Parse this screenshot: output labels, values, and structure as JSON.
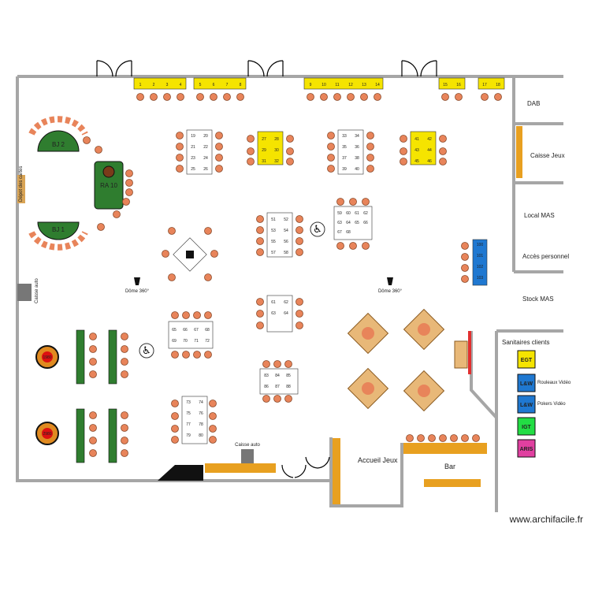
{
  "rooms": {
    "dab": "DAB",
    "caisse_jeux": "Caisse Jeux",
    "local_mas": "Local MAS",
    "acces_personnel": "Accès personnel",
    "stock_mas": "Stock MAS",
    "sanitaires": "Sanitaires clients",
    "accueil_jeux": "Accueil Jeux",
    "bar": "Bar",
    "caisse_auto_left": "Caisse auto",
    "caisse_auto_bottom": "Caisse auto",
    "depot_cartes": "Dépot des cartes"
  },
  "tables": {
    "bj2": "BJ 2",
    "bj1": "BJ 1",
    "ra10": "RA 10",
    "dome_left": "Dôme 360°",
    "dome_right": "Dôme 360°"
  },
  "legend": {
    "egt": "EGT",
    "lw1": "L&W",
    "lw1_label": "Rouleaux Vidéo",
    "lw2": "L&W",
    "lw2_label": "Pokers Vidéo",
    "igt": "IGT",
    "aris": "ARIS"
  },
  "roulettes": {
    "r1": "1980",
    "r2": "2980"
  },
  "machines": {
    "top_a": [
      "1",
      "2",
      "3",
      "4"
    ],
    "top_b": [
      "5",
      "6",
      "7",
      "8"
    ],
    "top_c": [
      "9",
      "10",
      "11",
      "12",
      "13",
      "14"
    ],
    "top_d": [
      "15",
      "16"
    ],
    "top_e": [
      "17",
      "18"
    ],
    "bank1": [
      "19",
      "20",
      "21",
      "22",
      "23",
      "24",
      "25",
      "26"
    ],
    "bank2": [
      "27",
      "28",
      "29",
      "30",
      "31",
      "32"
    ],
    "bank3": [
      "33",
      "34",
      "35",
      "36",
      "37",
      "38",
      "39",
      "40"
    ],
    "bank4": [
      "41",
      "42",
      "43",
      "44",
      "45",
      "46"
    ],
    "bank5": [
      "51",
      "52",
      "53",
      "54",
      "55",
      "56",
      "57",
      "58"
    ],
    "bank6": [
      "59",
      "60",
      "61",
      "62",
      "63",
      "64",
      "65",
      "66",
      "67",
      "68"
    ],
    "bank7": [
      "100",
      "101",
      "102",
      "103"
    ],
    "bank8": [
      "61",
      "62",
      "63",
      "64"
    ],
    "bank9": [
      "65",
      "66",
      "67",
      "68",
      "69",
      "70",
      "71",
      "72"
    ],
    "bank10": [
      "83",
      "84",
      "85",
      "86",
      "87",
      "88"
    ],
    "bank11": [
      "73",
      "74",
      "75",
      "76",
      "77",
      "78",
      "79",
      "80"
    ]
  },
  "colors": {
    "wall": "#a6a6a6",
    "chair": "#e8845a",
    "machine_yellow": "#f5e400",
    "machine_blue": "#1f78d1",
    "bj_green": "#2f7d2f",
    "bar_orange": "#e8a020",
    "counter_orange": "#e09a28"
  },
  "watermark": "www.archifacile.fr"
}
